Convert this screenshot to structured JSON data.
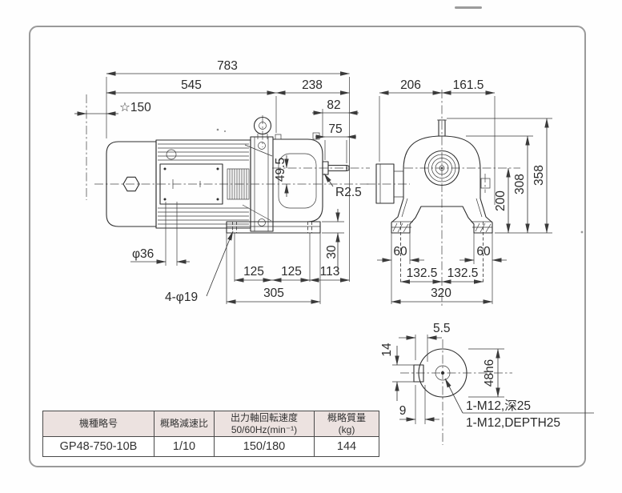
{
  "dimensions": {
    "overall_length": "783",
    "motor_section": "545",
    "gear_section": "238",
    "star_offset": "☆150",
    "shaft_to_face": "82",
    "shaft_length": "75",
    "axis_offset": "49.5",
    "fillet": "R2.5",
    "motor_boss_dia": "φ36",
    "mount_holes": "4-φ19",
    "foot_pitch_a": "125",
    "foot_pitch_b": "125",
    "foot_overhang": "113",
    "base_length": "305",
    "base_height": "30",
    "front_width": "206",
    "front_offset": "161.5",
    "total_height": "358",
    "body_height": "308",
    "axis_height": "200",
    "foot_width_left": "60",
    "foot_width_right": "60",
    "foot_span_left": "132.5",
    "foot_span_right": "132.5",
    "base_width": "320",
    "key_offset": "5.5",
    "key_width": "14",
    "key_depth": "9",
    "shaft_dia": "48h6",
    "tap_note_jp": "1-M12,深25",
    "tap_note_en": "1-M12,DEPTH25"
  },
  "spec_table": {
    "headers": {
      "model": "機種略号",
      "ratio": "概略減速比",
      "speed_line1": "出力軸回転速度",
      "speed_line2": "50/60Hz(min⁻¹)",
      "mass_line1": "概略質量",
      "mass_line2": "(kg)"
    },
    "row": {
      "model": "GP48-750-10B",
      "ratio": "1/10",
      "speed": "150/180",
      "mass": "144"
    }
  }
}
